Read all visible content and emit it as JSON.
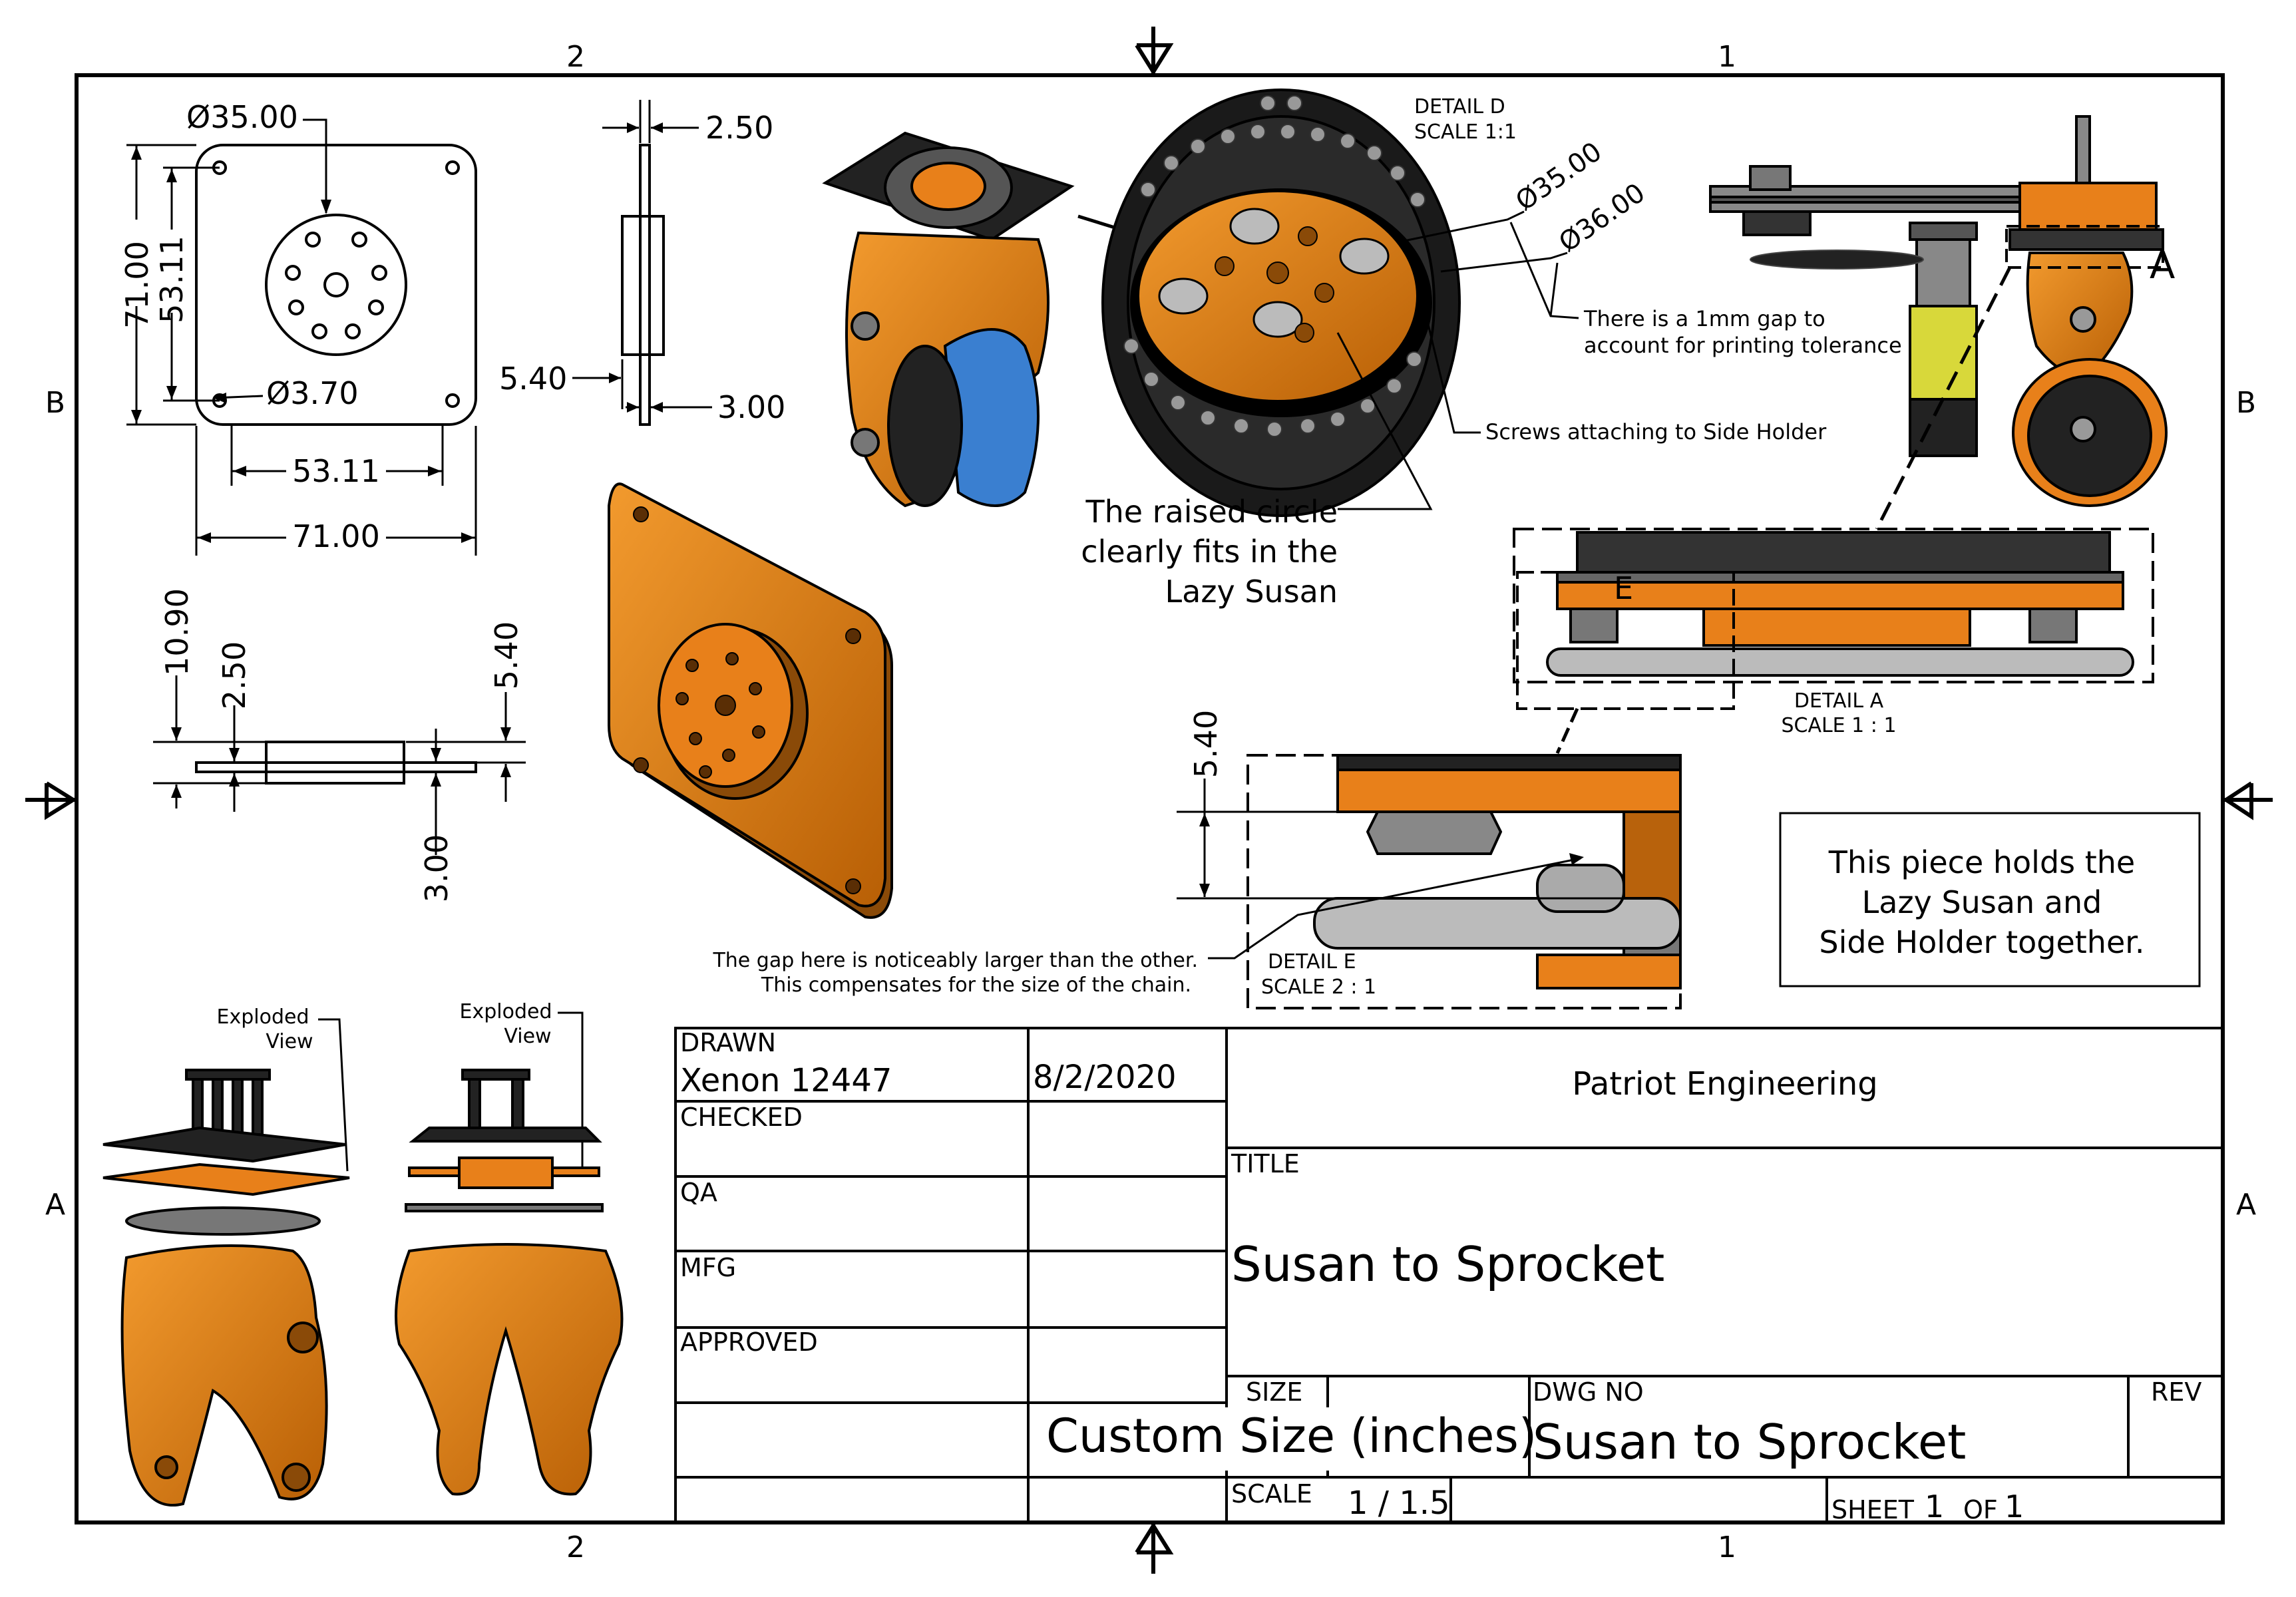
{
  "border": {
    "zones_top": [
      "2",
      "1"
    ],
    "zones_bottom": [
      "2",
      "1"
    ],
    "zones_left": [
      "B",
      "A"
    ],
    "zones_right": [
      "B",
      "A"
    ]
  },
  "plate_front_dims": {
    "hole_circle": "Ø35.00",
    "height_outer": "71.00",
    "height_inner": "53.11",
    "mount_hole": "Ø3.70",
    "width_inner": "53.11",
    "width_outer": "71.00"
  },
  "plate_side_dims": {
    "top": "2.50",
    "left": "5.40",
    "right": "3.00"
  },
  "plate_bottom_dims": {
    "a": "10.90",
    "b": "2.50",
    "c": "5.40",
    "d": "3.00"
  },
  "detail_d": {
    "label": "DETAIL  D",
    "scale": "SCALE 1:1",
    "dim1": "Ø35.00",
    "dim2": "Ø36.00",
    "note_gap": [
      "There is a 1mm gap to",
      "account for printing tolerance"
    ],
    "note_screws": "Screws attaching to Side Holder",
    "note_circle": [
      "The raised circle",
      "clearly fits in the",
      "Lazy Susan"
    ]
  },
  "detail_a": {
    "marker": "A",
    "label": "DETAIL  A",
    "scale": "SCALE 1 : 1",
    "e_marker": "E"
  },
  "detail_e": {
    "dim": "5.40",
    "label": "DETAIL  E",
    "scale": "SCALE 2 : 1",
    "note": [
      "The gap here is noticeably larger than the other.",
      "This compensates for the size of the chain."
    ]
  },
  "info_box": [
    "This piece holds the",
    "Lazy Susan and",
    "Side Holder together."
  ],
  "exploded": {
    "left": [
      "Exploded",
      "View"
    ],
    "right": [
      "Exploded",
      "View"
    ]
  },
  "title_block": {
    "drawn_label": "DRAWN",
    "drawn_name": "Xenon 12447",
    "drawn_date": "8/2/2020",
    "checked_label": "CHECKED",
    "qa_label": "QA",
    "mfg_label": "MFG",
    "approved_label": "APPROVED",
    "company": "Patriot Engineering",
    "title_label": "TITLE",
    "title": "Susan to Sprocket",
    "size_label": "SIZE",
    "size_value": "Custom Size (inches)",
    "dwg_label": "DWG NO",
    "dwg_no": "Susan to Sprocket",
    "rev_label": "REV",
    "scale_label": "SCALE",
    "scale_value": "1 / 1.5",
    "sheet_label": "SHEET",
    "sheet_num": "1",
    "of_label": "OF",
    "of_num": "1"
  },
  "colors": {
    "orange": "#E07A10",
    "dark_orange": "#8A4A08",
    "blue": "#3A7FD0",
    "yellow": "#D8D83A",
    "gray": "#9A9A9A"
  }
}
